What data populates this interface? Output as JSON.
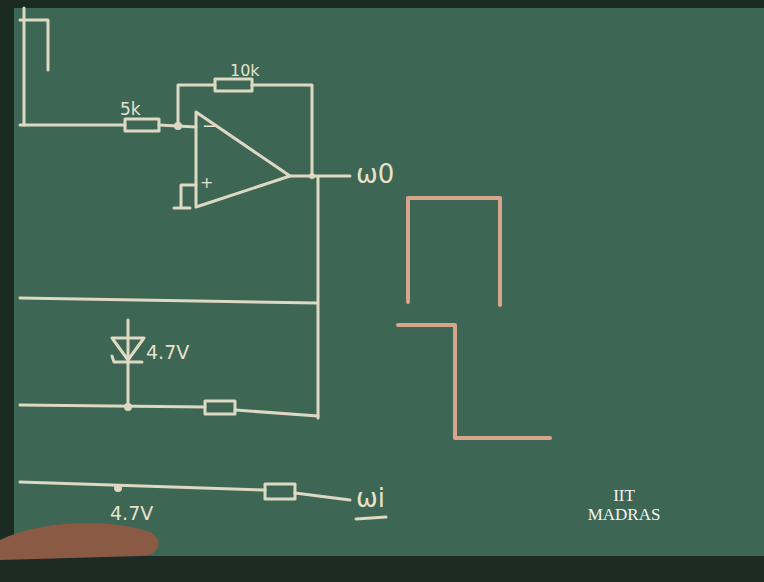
{
  "diagram": {
    "labels": [
      "10k",
      "5k",
      "−",
      "+",
      "ω0",
      "4.7V",
      "4.7V",
      "ωi",
      "IIT MADRAS"
    ]
  }
}
